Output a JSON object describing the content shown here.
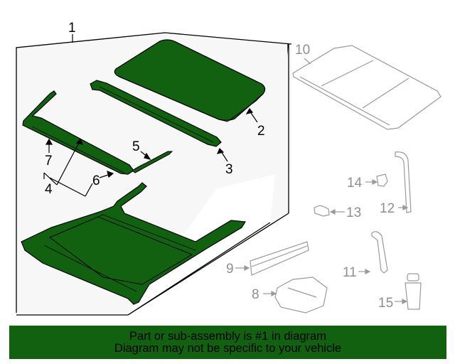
{
  "diagram": {
    "title": "Sunroof assembly parts diagram",
    "colors": {
      "highlight_fill": "#116111",
      "assembly_panel": "#f7f7f7",
      "secondary_parts_stroke": "#9a9a9a",
      "banner": "#116111"
    },
    "callouts": [
      {
        "id": "1",
        "label": "1",
        "part": "sunroof-assembly",
        "highlighted": true
      },
      {
        "id": "2",
        "label": "2",
        "part": "glass-panel",
        "highlighted": true
      },
      {
        "id": "3",
        "label": "3",
        "part": "wind-deflector",
        "highlighted": true
      },
      {
        "id": "4",
        "label": "4",
        "part": "sunshade-rail",
        "highlighted": true
      },
      {
        "id": "5",
        "label": "5",
        "part": "cable",
        "highlighted": true
      },
      {
        "id": "6",
        "label": "6",
        "part": "guide",
        "highlighted": true
      },
      {
        "id": "7",
        "label": "7",
        "part": "seal",
        "highlighted": true
      },
      {
        "id": "8",
        "label": "8",
        "part": "motor",
        "highlighted": false
      },
      {
        "id": "9",
        "label": "9",
        "part": "weatherstrip",
        "highlighted": false
      },
      {
        "id": "10",
        "label": "10",
        "part": "sunshade-frame",
        "highlighted": false
      },
      {
        "id": "11",
        "label": "11",
        "part": "drain-hose",
        "highlighted": false
      },
      {
        "id": "12",
        "label": "12",
        "part": "drain-hose",
        "highlighted": false
      },
      {
        "id": "13",
        "label": "13",
        "part": "clip",
        "highlighted": false
      },
      {
        "id": "14",
        "label": "14",
        "part": "clip",
        "highlighted": false
      },
      {
        "id": "15",
        "label": "15",
        "part": "connector",
        "highlighted": false
      }
    ]
  },
  "banner": {
    "line1": "Part or sub-assembly is #1 in diagram",
    "line2": "Diagram may not be specific to your vehicle"
  }
}
